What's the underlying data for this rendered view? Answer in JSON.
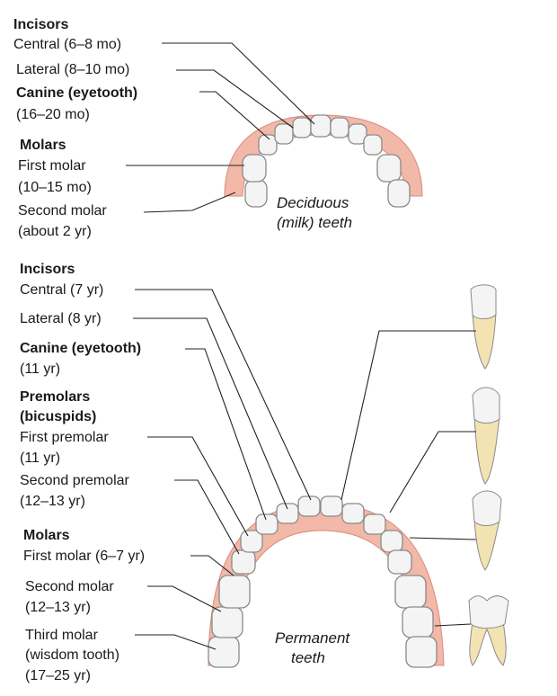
{
  "deciduous": {
    "incisors_heading": "Incisors",
    "central": "Central (6–8 mo)",
    "lateral": "Lateral (8–10 mo)",
    "canine": "Canine (eyetooth)",
    "canine_age": "(16–20 mo)",
    "molars_heading": "Molars",
    "first_molar": "First molar",
    "first_molar_age": "(10–15 mo)",
    "second_molar": "Second molar",
    "second_molar_age": "(about 2 yr)",
    "caption_line1": "Deciduous",
    "caption_line2": "(milk) teeth"
  },
  "permanent": {
    "incisors_heading": "Incisors",
    "central": "Central (7 yr)",
    "lateral": "Lateral (8 yr)",
    "canine": "Canine (eyetooth)",
    "canine_age": "(11 yr)",
    "premolars_heading": "Premolars",
    "premolars_heading2": "(bicuspids)",
    "first_premolar": "First premolar",
    "first_premolar_age": "(11 yr)",
    "second_premolar": "Second premolar",
    "second_premolar_age": "(12–13 yr)",
    "molars_heading": "Molars",
    "first_molar": "First molar (6–7 yr)",
    "second_molar": "Second molar",
    "second_molar_age": "(12–13 yr)",
    "third_molar": "Third molar",
    "third_molar_age1": "(wisdom tooth)",
    "third_molar_age2": "(17–25 yr)",
    "caption_line1": "Permanent",
    "caption_line2": "teeth"
  },
  "colors": {
    "gum": "#f2b8a8",
    "gum_edge": "#d98b7a",
    "tooth": "#f4f4f4",
    "tooth_edge": "#8a8a8a",
    "root": "#f3e3b3",
    "leader": "#222222"
  }
}
